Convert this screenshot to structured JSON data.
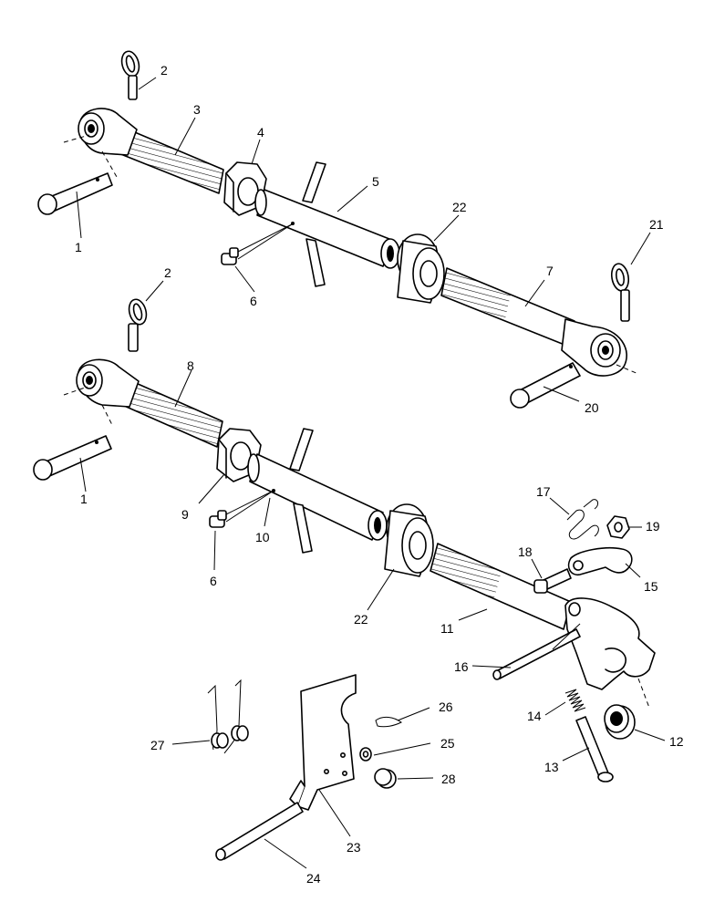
{
  "callouts": [
    {
      "id": "c2a",
      "text": "2"
    },
    {
      "id": "c3",
      "text": "3"
    },
    {
      "id": "c4",
      "text": "4"
    },
    {
      "id": "c5",
      "text": "5"
    },
    {
      "id": "c1a",
      "text": "1"
    },
    {
      "id": "c6a",
      "text": "6"
    },
    {
      "id": "c22a",
      "text": "22"
    },
    {
      "id": "c21",
      "text": "21"
    },
    {
      "id": "c7",
      "text": "7"
    },
    {
      "id": "c20",
      "text": "20"
    },
    {
      "id": "c2b",
      "text": "2"
    },
    {
      "id": "c8",
      "text": "8"
    },
    {
      "id": "c1b",
      "text": "1"
    },
    {
      "id": "c9",
      "text": "9"
    },
    {
      "id": "c10",
      "text": "10"
    },
    {
      "id": "c6b",
      "text": "6"
    },
    {
      "id": "c22b",
      "text": "22"
    },
    {
      "id": "c17",
      "text": "17"
    },
    {
      "id": "c19",
      "text": "19"
    },
    {
      "id": "c18",
      "text": "18"
    },
    {
      "id": "c15",
      "text": "15"
    },
    {
      "id": "c11",
      "text": "11"
    },
    {
      "id": "c16",
      "text": "16"
    },
    {
      "id": "c14",
      "text": "14"
    },
    {
      "id": "c12",
      "text": "12"
    },
    {
      "id": "c13",
      "text": "13"
    },
    {
      "id": "c26",
      "text": "26"
    },
    {
      "id": "c27",
      "text": "27"
    },
    {
      "id": "c25",
      "text": "25"
    },
    {
      "id": "c28",
      "text": "28"
    },
    {
      "id": "c23",
      "text": "23"
    },
    {
      "id": "c24",
      "text": "24"
    }
  ]
}
